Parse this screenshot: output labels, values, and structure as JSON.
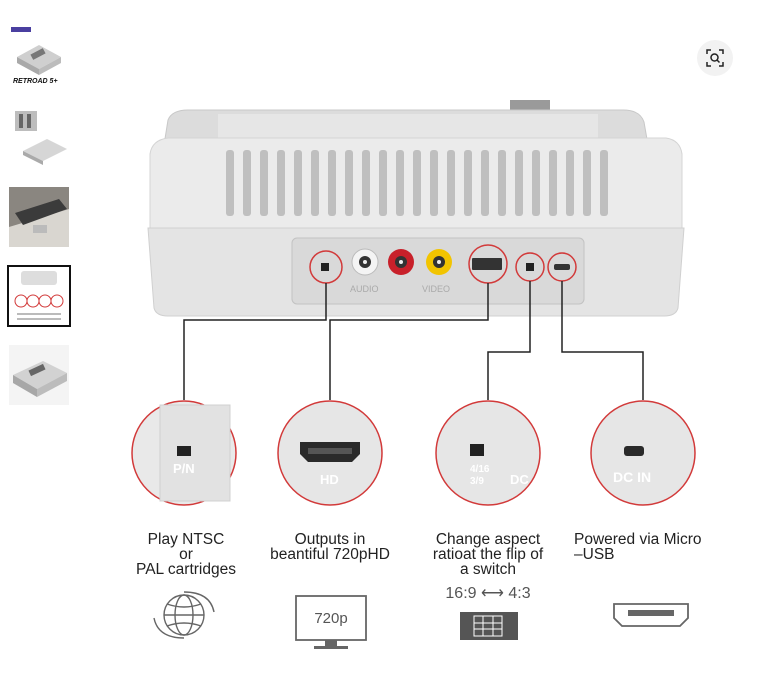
{
  "thumbnails": [
    {
      "name": "thumbnail-1",
      "brand_text": "RETROAD 5+",
      "selected": false
    },
    {
      "name": "thumbnail-2",
      "selected": false
    },
    {
      "name": "thumbnail-3",
      "selected": false
    },
    {
      "name": "thumbnail-4",
      "selected": true
    },
    {
      "name": "thumbnail-5",
      "selected": false
    }
  ],
  "zoom_icon": "zoom-icon",
  "console_port_labels": {
    "audio": "AUDIO",
    "video": "VIDEO"
  },
  "callouts": [
    {
      "circle_text": "P/N",
      "caption_lines": [
        "Play NTSC",
        "or",
        "PAL cartridges"
      ],
      "icon": "globe-icon"
    },
    {
      "circle_text": "HD",
      "caption_lines": [
        "Outputs in",
        "beantiful 720pHD"
      ],
      "icon": "monitor-icon",
      "icon_text": "720p"
    },
    {
      "circle_text_top": "4/16",
      "circle_text_bottom": "3/9",
      "circle_text_side": "DC",
      "caption_lines": [
        "Change aspect",
        "ratioat the flip of",
        "a switch"
      ],
      "icon": "aspect-ratio-icon",
      "icon_text": "16:9 ⟷ 4:3"
    },
    {
      "circle_text": "DC IN",
      "caption_lines": [
        "Powered via Micro",
        "–USB"
      ],
      "icon": "usb-port-icon"
    }
  ],
  "colors": {
    "callout_ring": "#d23a3a",
    "console_body": "#e4e4e4",
    "port_yellow": "#f2c400",
    "port_red": "#c8202a"
  }
}
